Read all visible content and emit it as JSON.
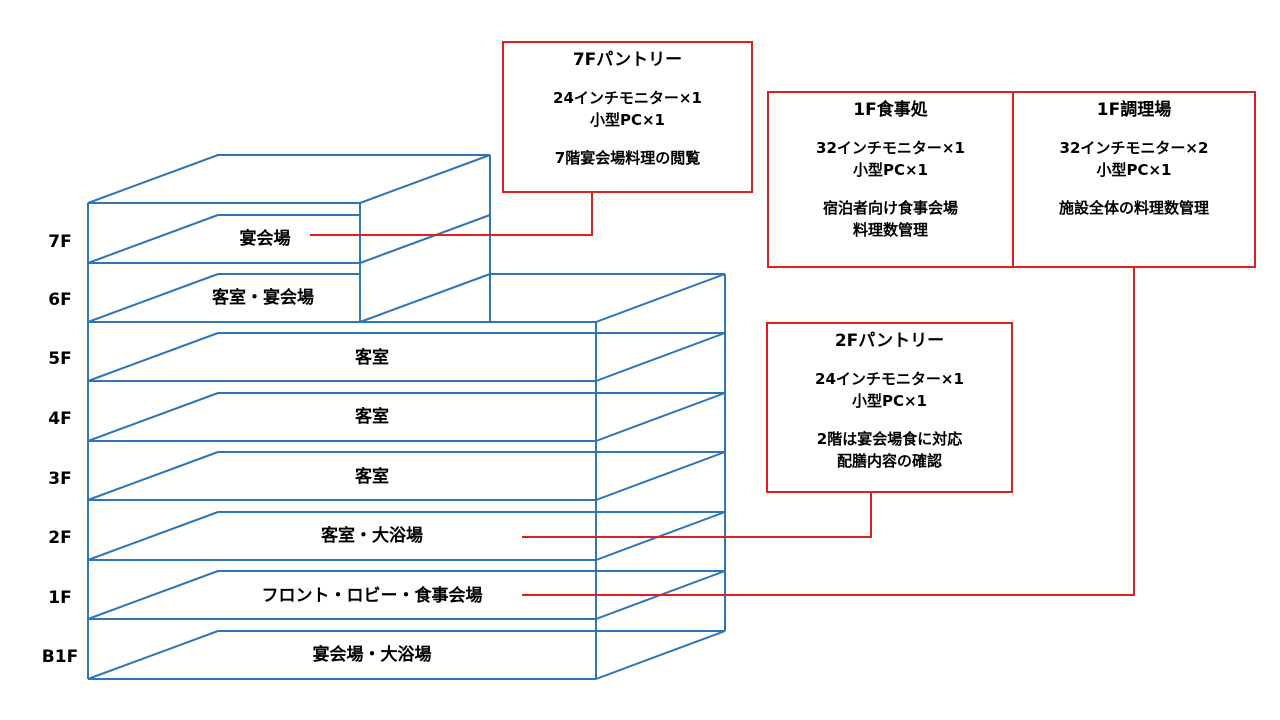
{
  "floors": [
    {
      "label": "7F",
      "room": "宴会場"
    },
    {
      "label": "6F",
      "room": "客室・宴会場"
    },
    {
      "label": "5F",
      "room": "客室"
    },
    {
      "label": "4F",
      "room": "客室"
    },
    {
      "label": "3F",
      "room": "客室"
    },
    {
      "label": "2F",
      "room": "客室・大浴場"
    },
    {
      "label": "1F",
      "room": "フロント・ロビー・食事会場"
    },
    {
      "label": "B1F",
      "room": "宴会場・大浴場"
    }
  ],
  "colors": {
    "building": "#2e75b6",
    "callout": "#e02020"
  },
  "callouts": {
    "pantry7": {
      "title": "7Fパントリー",
      "lines": [
        "24インチモニター×1",
        "小型PC×1"
      ],
      "notes": [
        "7階宴会場料理の閲覧"
      ]
    },
    "dining1": {
      "title": "1F食事処",
      "lines": [
        "32インチモニター×1",
        "小型PC×1"
      ],
      "notes": [
        "宿泊者向け食事会場",
        "料理数管理"
      ]
    },
    "kitchen1": {
      "title": "1F調理場",
      "lines": [
        "32インチモニター×2",
        "小型PC×1"
      ],
      "notes": [
        "施設全体の料理数管理"
      ]
    },
    "pantry2": {
      "title": "2Fパントリー",
      "lines": [
        "24インチモニター×1",
        "小型PC×1"
      ],
      "notes": [
        "2階は宴会場食に対応",
        "配膳内容の確認"
      ]
    }
  }
}
